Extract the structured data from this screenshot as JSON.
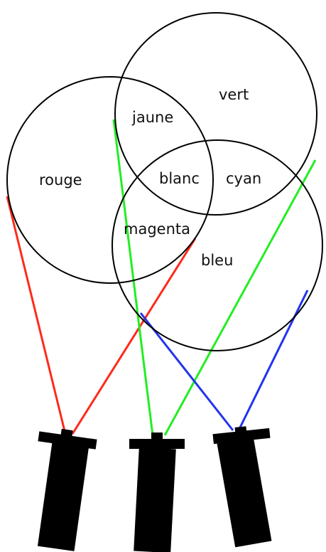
{
  "diagram": {
    "labels": {
      "vert": "vert",
      "jaune": "jaune",
      "rouge": "rouge",
      "blanc": "blanc",
      "cyan": "cyan",
      "magenta": "magenta",
      "bleu": "bleu"
    },
    "colors": {
      "red_beam": "#ff2a1a",
      "green_beam": "#22ee22",
      "blue_beam": "#2233ee",
      "circle_stroke": "#000000",
      "lamp_fill": "#000000"
    }
  }
}
